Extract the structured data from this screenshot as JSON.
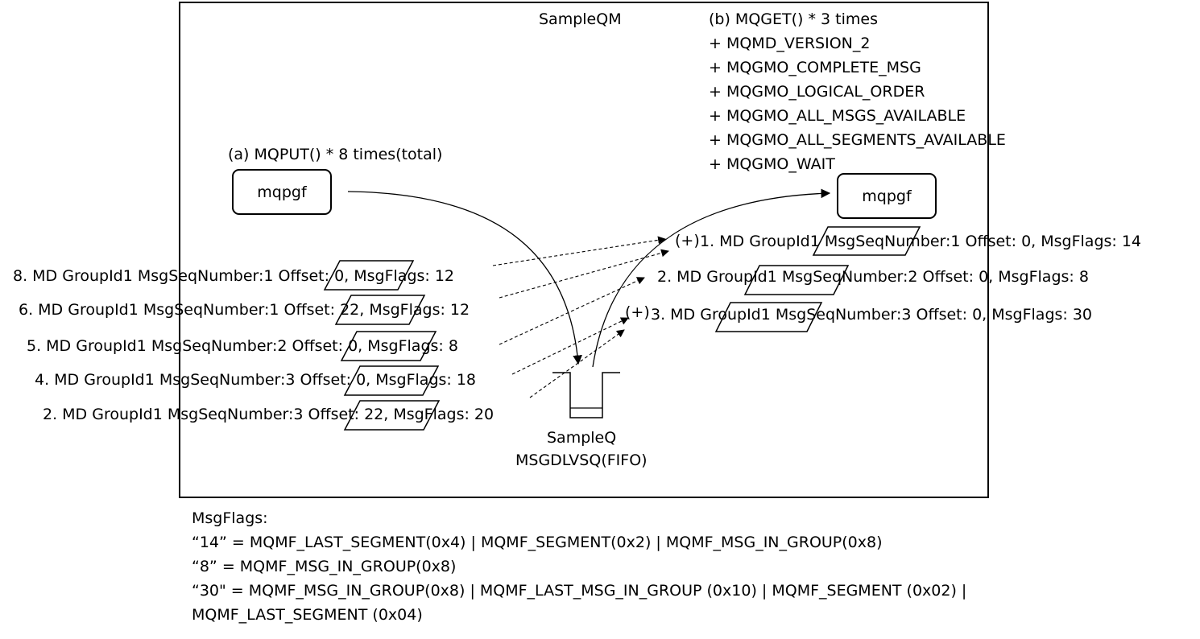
{
  "queue_manager": {
    "title": "SampleQM"
  },
  "put_process": {
    "caption": "(a) MQPUT() * 8 times(total)",
    "label": "mqpgf"
  },
  "get_process": {
    "caption": "(b) MQGET() * 3 times",
    "options": [
      "+ MQMD_VERSION_2",
      "+ MQGMO_COMPLETE_MSG",
      "+ MQGMO_LOGICAL_ORDER",
      "+ MQGMO_ALL_MSGS_AVAILABLE",
      "+ MQGMO_ALL_SEGMENTS_AVAILABLE",
      "+ MQGMO_WAIT"
    ],
    "label": "mqpgf"
  },
  "put_messages": [
    "8. MD GroupId1 MsgSeqNumber:1 Offset: 0, MsgFlags: 12",
    "6. MD GroupId1 MsgSeqNumber:1 Offset: 22, MsgFlags: 12",
    "5. MD GroupId1 MsgSeqNumber:2 Offset: 0, MsgFlags: 8",
    "4. MD GroupId1 MsgSeqNumber:3 Offset: 0, MsgFlags: 18",
    "2. MD GroupId1 MsgSeqNumber:3 Offset: 22, MsgFlags: 20"
  ],
  "get_messages": [
    {
      "prefix": "(+)",
      "text": "1. MD GroupId1 MsgSeqNumber:1 Offset: 0, MsgFlags: 14"
    },
    {
      "prefix": "",
      "text": "2. MD GroupId1 MsgSeqNumber:2 Offset: 0, MsgFlags: 8"
    },
    {
      "prefix": "(+)",
      "text": "3. MD GroupId1 MsgSeqNumber:3 Offset: 0, MsgFlags: 30"
    }
  ],
  "queue": {
    "name": "SampleQ",
    "type": "MSGDLVSQ(FIFO)"
  },
  "legend": {
    "title": "MsgFlags:",
    "lines": [
      "“14” = MQMF_LAST_SEGMENT(0x4) | MQMF_SEGMENT(0x2) | MQMF_MSG_IN_GROUP(0x8)",
      "“8” = MQMF_MSG_IN_GROUP(0x8)",
      "“30\" = MQMF_MSG_IN_GROUP(0x8) | MQMF_LAST_MSG_IN_GROUP (0x10) | MQMF_SEGMENT (0x02) |",
      "MQMF_LAST_SEGMENT (0x04)"
    ]
  }
}
